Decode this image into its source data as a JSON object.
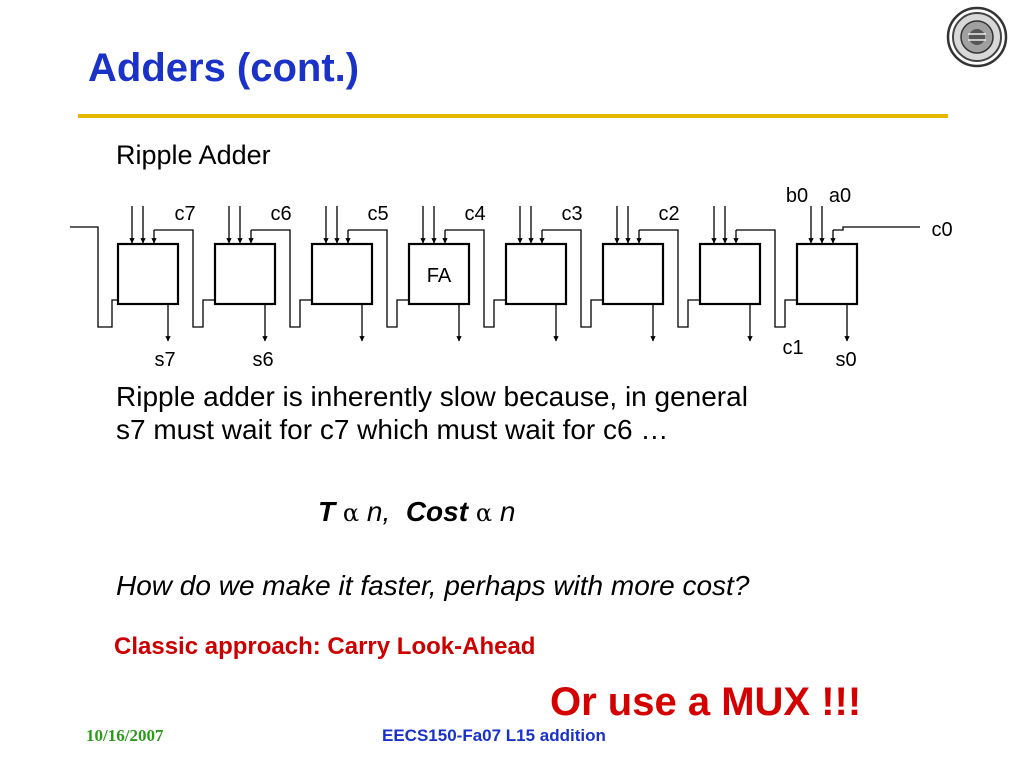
{
  "slide": {
    "title": "Adders (cont.)",
    "subtitle": "Ripple Adder",
    "paragraph_line1": "Ripple adder is inherently slow because, in general",
    "paragraph_line2": "s7 must wait for c7 which must wait for c6 …",
    "formula": {
      "t": "T",
      "alpha": "α",
      "n1": "n,",
      "cost": "Cost",
      "n2": "n"
    },
    "question": "How do we make it faster, perhaps with more cost?",
    "classic": "Classic approach: Carry Look-Ahead",
    "mux": "Or use a MUX !!!",
    "seal_icon": "university-seal-icon"
  },
  "diagram": {
    "block_label": "FA",
    "carry_labels": [
      "c7",
      "c6",
      "c5",
      "c4",
      "c3",
      "c2"
    ],
    "input_labels": [
      "b0",
      "a0"
    ],
    "carry_in_label": "c0",
    "carry_out_label": "c1",
    "sum_labels": [
      "s7",
      "s6",
      "s0"
    ]
  },
  "footer": {
    "date": "10/16/2007",
    "course": "EECS150-Fa07 L15 addition"
  }
}
